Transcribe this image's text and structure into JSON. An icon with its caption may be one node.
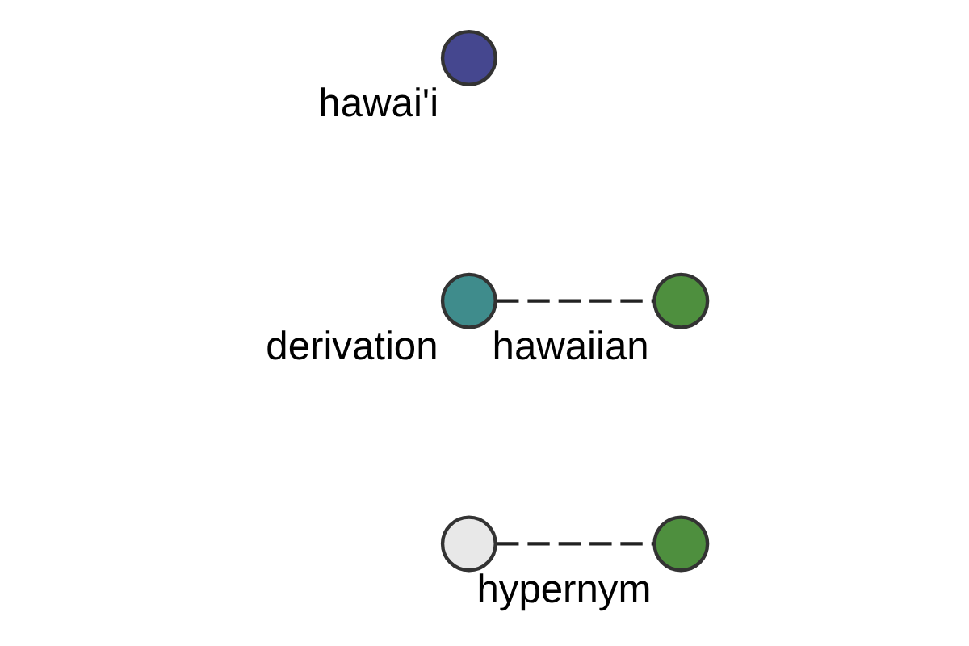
{
  "diagram": {
    "nodes": [
      {
        "text": [],
        "shape": "circle"
      },
      {
        "text": [
          "hypernym"
        ]
      },
      {
        "text": [
          "derivation"
        ]
      },
      {
        "text": [
          "hawaiian"
        ]
      },
      {
        "text": [
          "hawai'i"
        ]
      }
    ],
    "edges": [
      {
        "from": 0,
        "to": 1,
        "arrow": "none",
        "style": "dashed"
      },
      {
        "from": 2,
        "to": 3,
        "arrow": "none",
        "style": "dashed"
      }
    ]
  }
}
